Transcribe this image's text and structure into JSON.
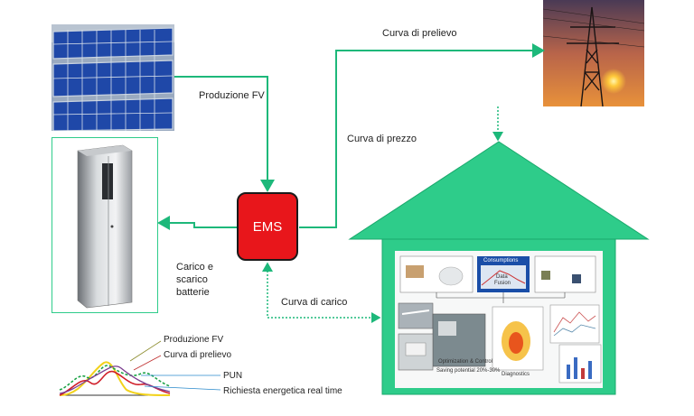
{
  "labels": {
    "produzione_fv": "Produzione FV",
    "curva_prelievo": "Curva di prelievo",
    "curva_prezzo": "Curva di prezzo",
    "carico_scarico_l1": "Carico e",
    "carico_scarico_l2": "scarico",
    "carico_scarico_l3": "batterie",
    "curva_carico": "Curva di carico",
    "ems": "EMS"
  },
  "legend": {
    "produzione_fv": "Produzione FV",
    "curva_prelievo": "Curva di prelievo",
    "pun": "PUN",
    "richiesta": "Richiesta energetica real time"
  },
  "house_panel": {
    "consumptions": "Consumptions",
    "data_fusion_l1": "Data",
    "data_fusion_l2": "Fusion",
    "optimization": "Optimization & Control",
    "saving": "Saving potential 20%-30%",
    "diagnostics": "Diagnostics"
  },
  "colors": {
    "connector": "#1db87a",
    "house": "#2ecc8a",
    "house_edge": "#1aa86c",
    "ems": "#e8161b"
  }
}
